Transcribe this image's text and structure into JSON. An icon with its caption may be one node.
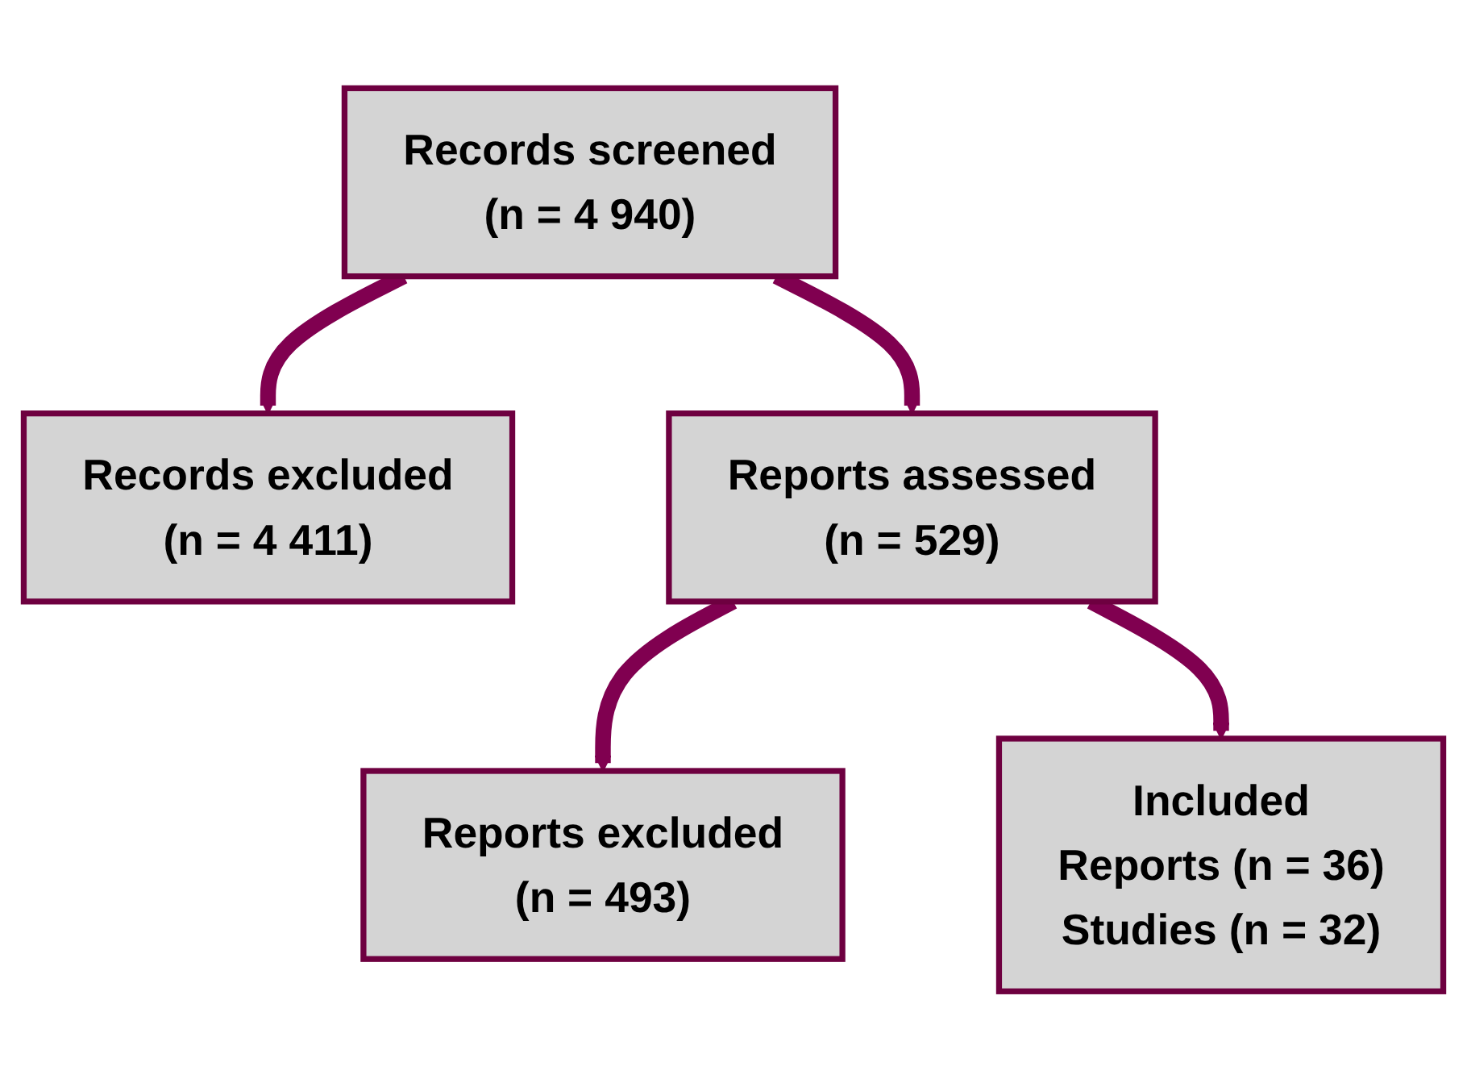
{
  "diagram": {
    "nodes": [
      {
        "text": [
          "Records screened",
          "(n = 4 940)"
        ]
      },
      {
        "text": [
          "Records excluded",
          "(n = 4 411)"
        ]
      },
      {
        "text": [
          "Reports assessed",
          "(n = 529)"
        ]
      },
      {
        "text": [
          "Reports excluded",
          "(n = 493)"
        ]
      },
      {
        "text": [
          "Included",
          "Reports (n = 36)",
          "Studies (n = 32)"
        ]
      }
    ],
    "edges": [
      {
        "from": 0,
        "to": 1,
        "arrow": "to"
      },
      {
        "from": 0,
        "to": 2,
        "arrow": "to"
      },
      {
        "from": 2,
        "to": 3,
        "arrow": "to"
      },
      {
        "from": 2,
        "to": 4,
        "arrow": "to"
      }
    ]
  }
}
